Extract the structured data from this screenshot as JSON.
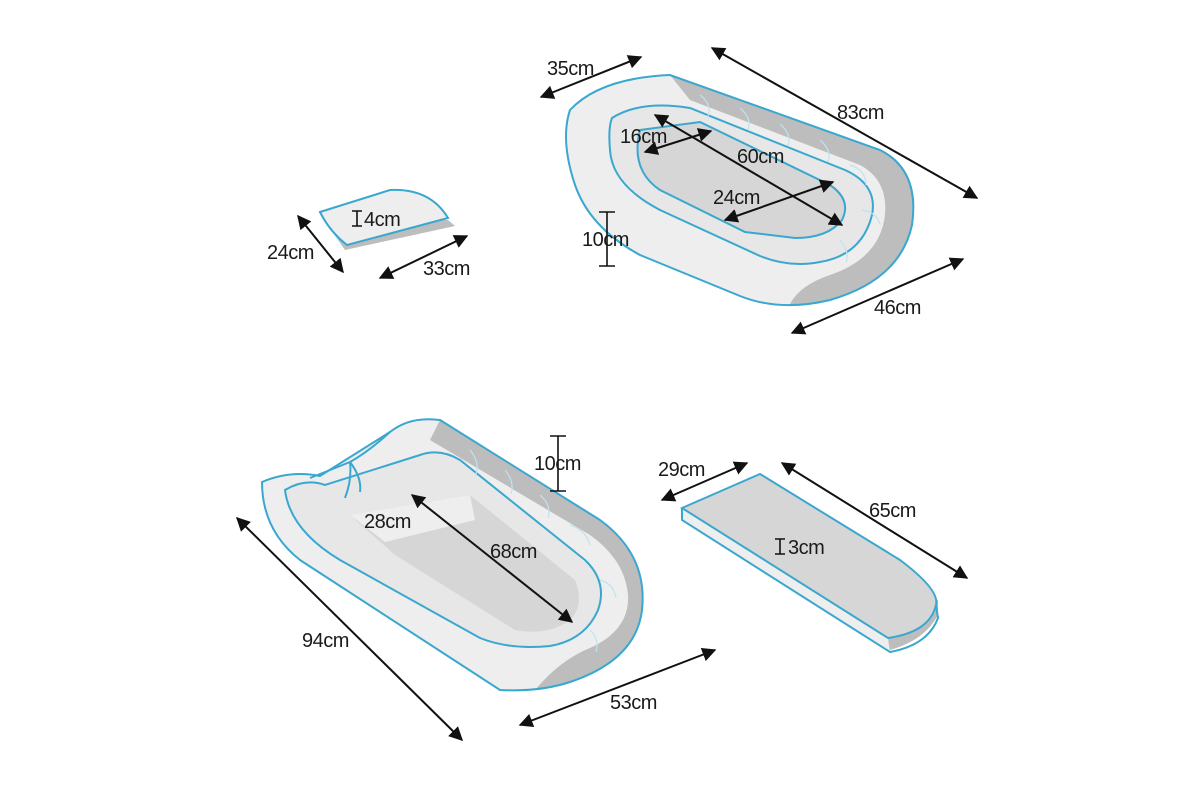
{
  "colors": {
    "outline": "#39a7cf",
    "fabric_light": "#eeeeee",
    "fabric_grey": "#bdbdbd",
    "floor": "#d6d6d6",
    "arrow": "#111111"
  },
  "pillow": {
    "thickness": "4cm",
    "depth": "24cm",
    "width": "33cm"
  },
  "nest_top": {
    "bolster_width": "35cm",
    "total_length": "83cm",
    "inner_short": "16cm",
    "inner_length": "60cm",
    "inner_width": "24cm",
    "height": "10cm",
    "total_width": "46cm"
  },
  "nest_bottom": {
    "height": "10cm",
    "inner_width": "28cm",
    "inner_length": "68cm",
    "total_length": "94cm",
    "total_width": "53cm"
  },
  "mattress": {
    "width": "29cm",
    "length": "65cm",
    "thickness": "3cm"
  }
}
